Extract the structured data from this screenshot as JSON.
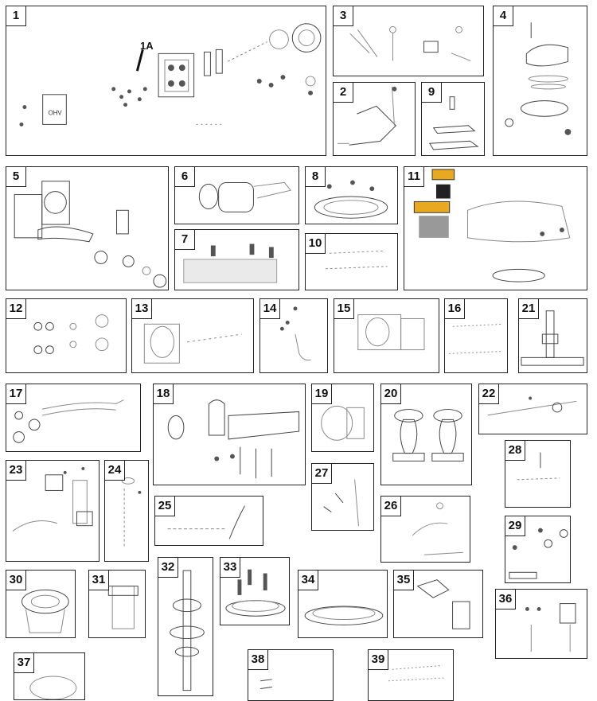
{
  "panels": [
    {
      "num": "1"
    },
    {
      "num": "2"
    },
    {
      "num": "3"
    },
    {
      "num": "4"
    },
    {
      "num": "5"
    },
    {
      "num": "6"
    },
    {
      "num": "7"
    },
    {
      "num": "8"
    },
    {
      "num": "9"
    },
    {
      "num": "10"
    },
    {
      "num": "11"
    },
    {
      "num": "12"
    },
    {
      "num": "13"
    },
    {
      "num": "14"
    },
    {
      "num": "15"
    },
    {
      "num": "16"
    },
    {
      "num": "17"
    },
    {
      "num": "18"
    },
    {
      "num": "19"
    },
    {
      "num": "20"
    },
    {
      "num": "21"
    },
    {
      "num": "22"
    },
    {
      "num": "23"
    },
    {
      "num": "24"
    },
    {
      "num": "25"
    },
    {
      "num": "26"
    },
    {
      "num": "27"
    },
    {
      "num": "28"
    },
    {
      "num": "29"
    },
    {
      "num": "30"
    },
    {
      "num": "31"
    },
    {
      "num": "32"
    },
    {
      "num": "33"
    },
    {
      "num": "34"
    },
    {
      "num": "35"
    },
    {
      "num": "36"
    },
    {
      "num": "37"
    },
    {
      "num": "38"
    },
    {
      "num": "39"
    }
  ],
  "callout_1a": "1A"
}
